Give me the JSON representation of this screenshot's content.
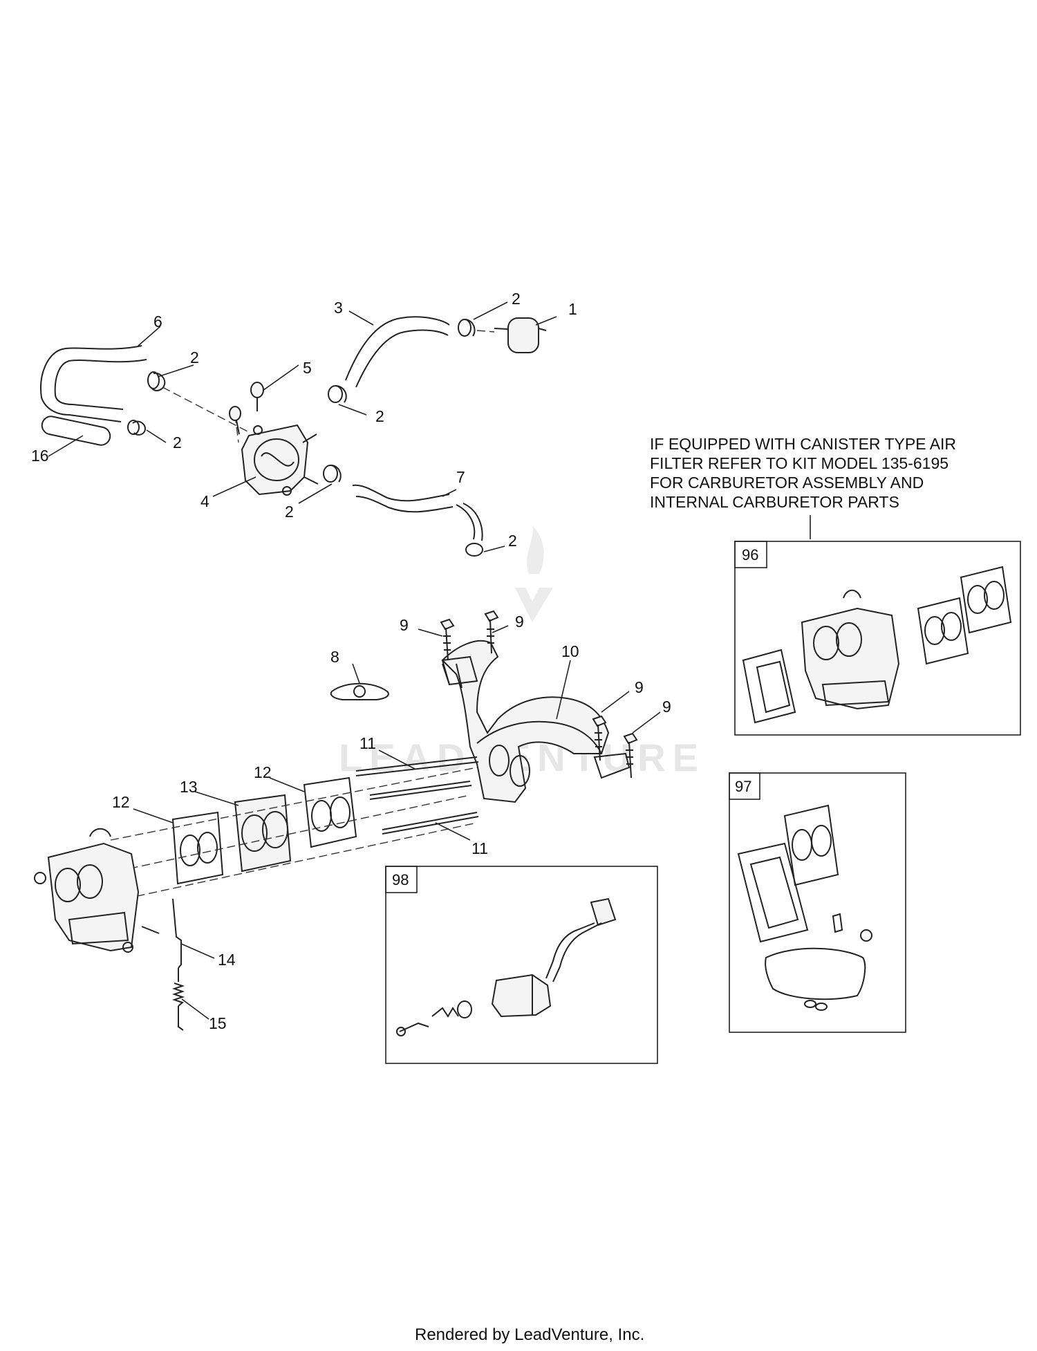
{
  "callouts": {
    "c1": "1",
    "c2a": "2",
    "c2b": "2",
    "c2c": "2",
    "c2d": "2",
    "c2e": "2",
    "c2f": "2",
    "c3": "3",
    "c4": "4",
    "c5": "5",
    "c6": "6",
    "c7": "7",
    "c8": "8",
    "c9a": "9",
    "c9b": "9",
    "c9c": "9",
    "c9d": "9",
    "c10": "10",
    "c11a": "11",
    "c11b": "11",
    "c12a": "12",
    "c12b": "12",
    "c13": "13",
    "c14": "14",
    "c15": "15",
    "c16": "16"
  },
  "note": {
    "line1": "IF EQUIPPED WITH CANISTER TYPE AIR",
    "line2": "FILTER REFER TO KIT MODEL 135-6195",
    "line3": "FOR CARBURETOR ASSEMBLY AND",
    "line4": "INTERNAL CARBURETOR PARTS"
  },
  "kits": {
    "k96": "96",
    "k97": "97",
    "k98": "98"
  },
  "watermark": "LEADVENTURE",
  "footer": "Rendered by LeadVenture, Inc."
}
